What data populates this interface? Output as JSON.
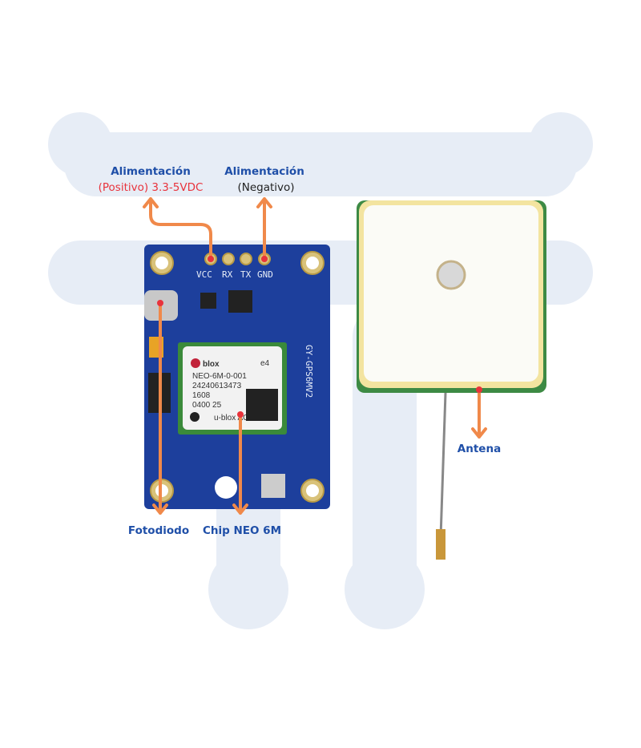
{
  "labels": {
    "vcc_title": "Alimentación",
    "vcc_desc": "(Positivo) 3.3-5VDC",
    "gnd_title": "Alimentación",
    "gnd_desc": "(Negativo)",
    "photodiode": "Fotodiodo",
    "chip": "Chip NEO 6M",
    "antenna": "Antena"
  },
  "board": {
    "pins": [
      "VCC",
      "RX",
      "TX",
      "GND"
    ],
    "model": "GY-GPS6MV2",
    "chip_brand": "blox",
    "chip_lines": [
      "NEO-6M-0-001",
      "24240613473",
      "1608",
      "0400  25"
    ],
    "chip_maker": "u-blox AG",
    "chip_badge": "e4"
  },
  "colors": {
    "arrow": "#f0894a",
    "title": "#1f4fa8",
    "positive": "#e8333c",
    "board": "#1d3f9c",
    "watermark": "#e7edf6"
  }
}
